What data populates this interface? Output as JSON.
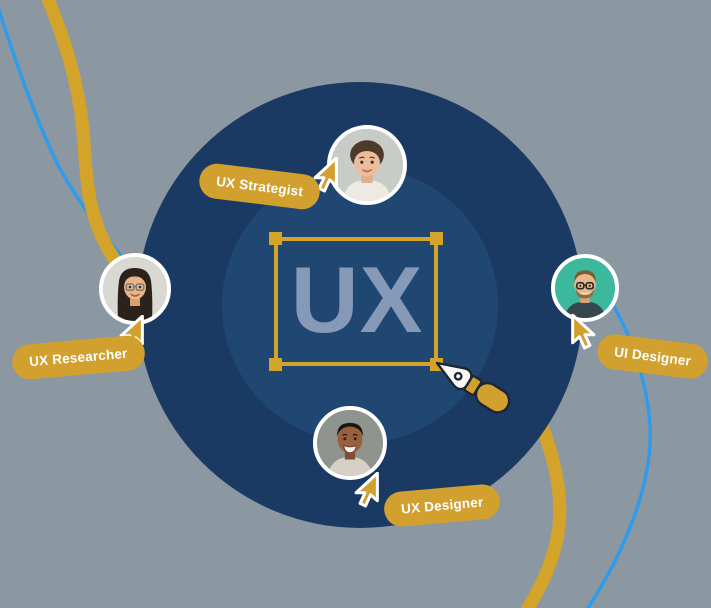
{
  "illustration": {
    "center_text": "UX",
    "roles": [
      {
        "id": "ux-strategist",
        "label": "UX Strategist"
      },
      {
        "id": "ux-researcher",
        "label": "UX Researcher"
      },
      {
        "id": "ui-designer",
        "label": "UI Designer"
      },
      {
        "id": "ux-designer",
        "label": "UX Designer"
      }
    ],
    "icons": {
      "cursor": "cursor-icon",
      "pen": "pen-tool-icon",
      "selection": "selection-handles"
    },
    "colors": {
      "background": "#8B98A1",
      "outer_circle": "#1B3A63",
      "inner_circle": "#204672",
      "center_text": "#8699B7",
      "gold": "#D2A02F",
      "selection_gold": "#D4A42A",
      "blue_curve": "#2E9CEA",
      "label_text": "#FFFFFF",
      "avatar_border": "#FFFFFF"
    }
  }
}
